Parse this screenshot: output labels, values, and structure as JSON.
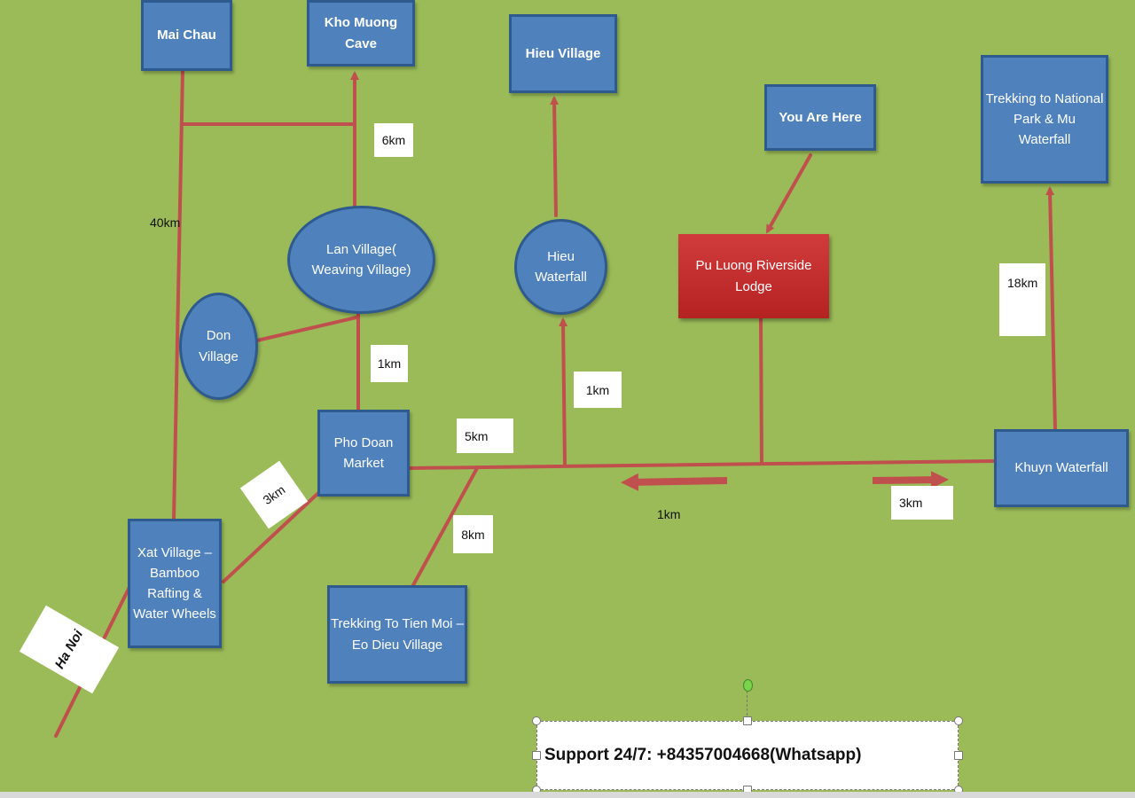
{
  "colors": {
    "background": "#9bbb59",
    "node_fill": "#4f81bd",
    "node_border": "#2e5a8e",
    "road": "#c0504d",
    "lodge": "#c0504d"
  },
  "nodes": {
    "mai_chau": "Mai Chau",
    "kho_muong_cave": "Kho Muong Cave",
    "hieu_village": "Hieu Village",
    "you_are_here": "You Are Here",
    "trekking_national_park": "Trekking to National\nPark & Mu\nWaterfall",
    "lan_village": "Lan Village(\nWeaving Village)",
    "hieu_waterfall": "Hieu\nWaterfall",
    "pu_luong_lodge": "Pu Luong Riverside Lodge",
    "don_village": "Don\nVillage",
    "pho_doan_market": "Pho Doan\nMarket",
    "khuyn_waterfall": "Khuyn Waterfall",
    "xat_village": "Xat Village –\nBamboo\nRafting &\nWater Wheels",
    "trekking_tien_moi": "Trekking To Tien Moi –\nEo Dieu Village"
  },
  "distances": {
    "d_6km": "6km",
    "d_40km": "40km",
    "d_18km": "18km",
    "d_1km_lan": "1km",
    "d_1km_hieu": "1km",
    "d_5km": "5km",
    "d_3km_right": "3km",
    "d_1km_road": "1km",
    "d_3km_diag": "3km",
    "d_8km": "8km",
    "ha_noi": "Ha Noi"
  },
  "support": {
    "text": "Support 24/7: +84357004668(Whatsapp)"
  }
}
